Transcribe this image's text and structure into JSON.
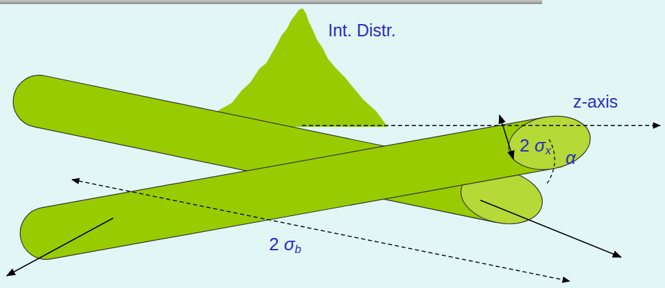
{
  "diagram": {
    "labels": [
      "Int. Distr.",
      "2 σx",
      "z-axis",
      "α",
      "2 σb"
    ]
  }
}
